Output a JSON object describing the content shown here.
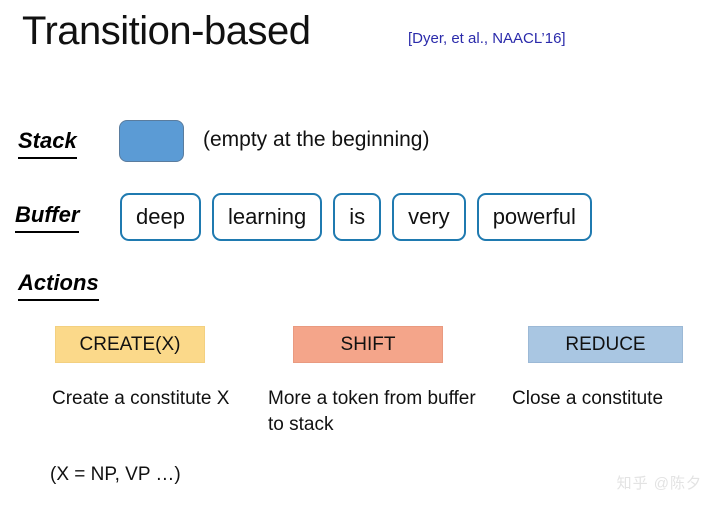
{
  "slide": {
    "title": "Transition-based",
    "citation": "[Dyer, et al., NAACL’16]",
    "watermark": "知乎 @陈夕",
    "colors": {
      "citation_blue": "#2b2bab",
      "stack_fill": "#5b9bd5",
      "token_border": "#1f7ab0",
      "create_fill": "#fbd98a",
      "shift_fill": "#f4a58a",
      "reduce_fill": "#a9c6e2"
    }
  },
  "stack": {
    "label": "Stack",
    "note": "(empty at the beginning)"
  },
  "buffer": {
    "label": "Buffer",
    "tokens": [
      "deep",
      "learning",
      "is",
      "very",
      "powerful"
    ]
  },
  "actions": {
    "label": "Actions",
    "items": [
      {
        "name": "CREATE(X)",
        "description": "Create a constitute X",
        "note": "(X = NP, VP …)"
      },
      {
        "name": "SHIFT",
        "description": "More a token from buffer to stack"
      },
      {
        "name": "REDUCE",
        "description": "Close a constitute"
      }
    ]
  }
}
